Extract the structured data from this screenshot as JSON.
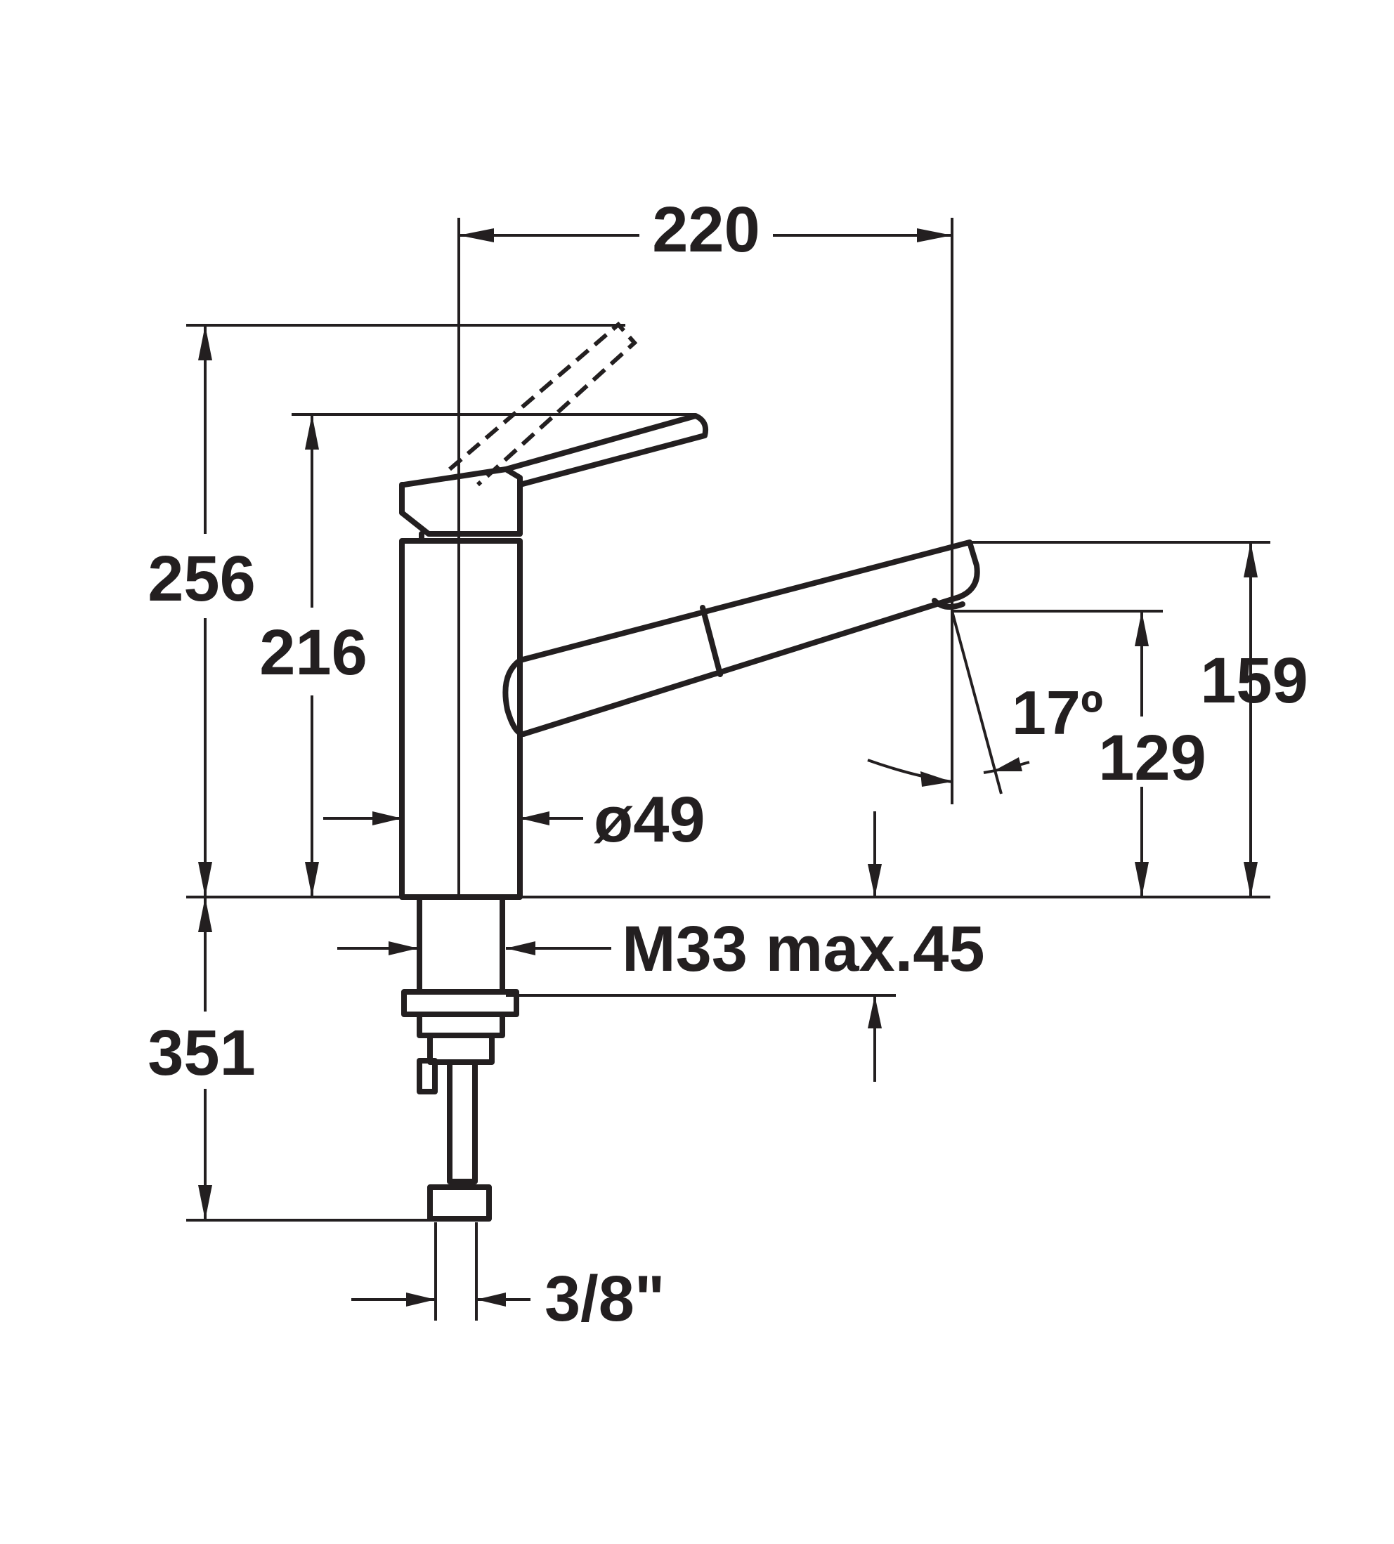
{
  "diagram": {
    "colors": {
      "line": "#231f20",
      "background": "#ffffff"
    },
    "dimensions": {
      "spout_reach": "220",
      "height_lever_raised": "256",
      "height_lever_closed": "216",
      "spout_height": "159",
      "outlet_height": "129",
      "swivel_angle": "17º",
      "body_diameter": "ø49",
      "mounting_thread": "M33 max.45",
      "hose_length": "351",
      "connection_size": "3/8\""
    }
  }
}
